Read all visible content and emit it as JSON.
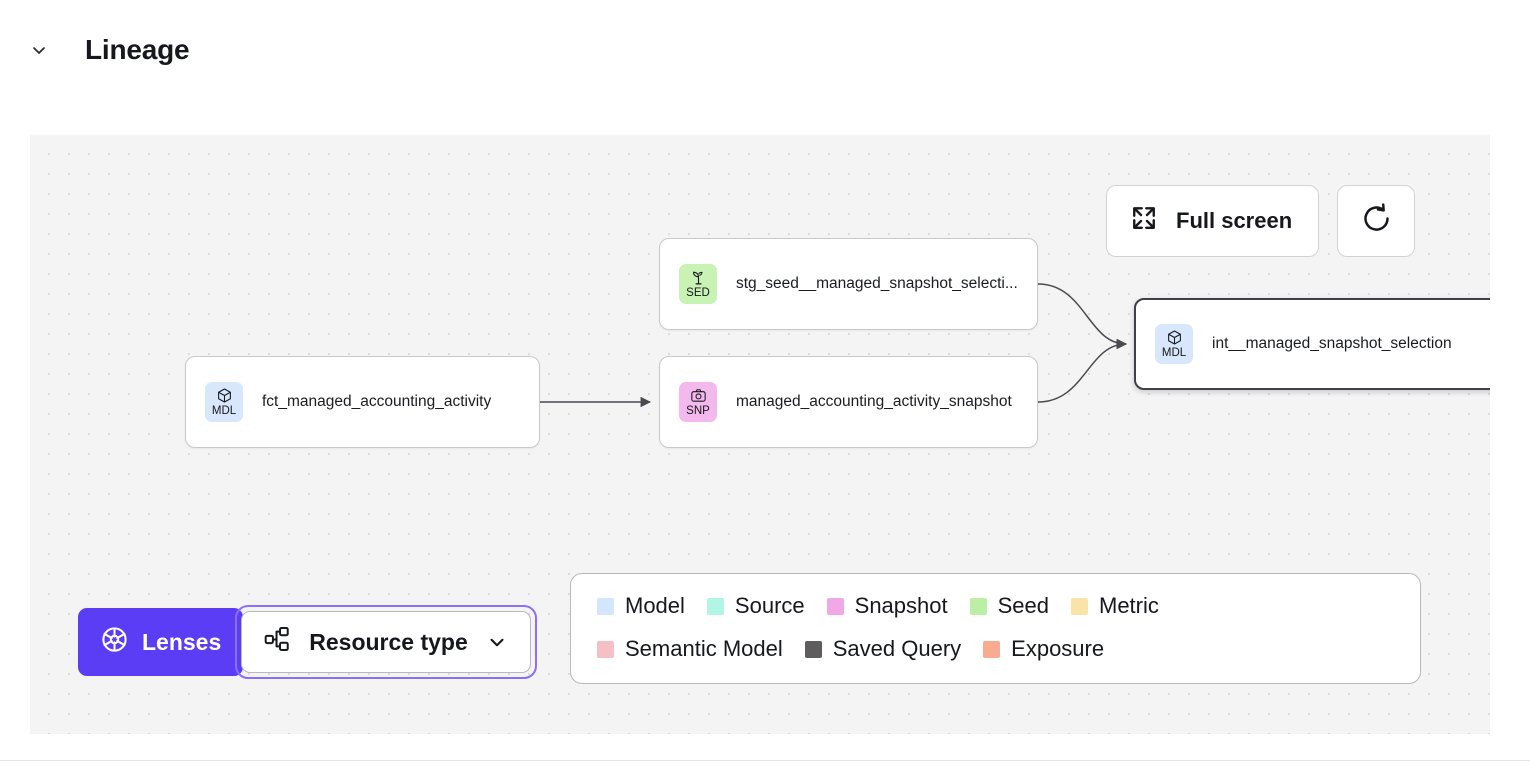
{
  "header": {
    "title": "Lineage",
    "collapse_icon": "chevron-down-icon"
  },
  "toolbar": {
    "fullscreen_label": "Full screen",
    "fullscreen_icon": "expand-arrows-icon",
    "refresh_icon": "refresh-icon"
  },
  "controls": {
    "lenses_label": "Lenses",
    "lenses_icon": "aperture-icon",
    "lenses_color": "#5b3df5",
    "resource_type_label": "Resource type",
    "resource_type_icon": "hierarchy-icon",
    "resource_type_chevron": "chevron-down-icon",
    "focus_ring_color": "#8b6ff7"
  },
  "graph": {
    "nodes": [
      {
        "id": "fct",
        "label": "fct_managed_accounting_activity",
        "type": "Model",
        "abbr": "MDL",
        "icon": "cube-icon",
        "badge_color": "#d8e7fb",
        "selected": false
      },
      {
        "id": "seed",
        "label": "stg_seed__managed_snapshot_selecti...",
        "type": "Seed",
        "abbr": "SED",
        "icon": "sprout-icon",
        "badge_color": "#c9f2b5",
        "selected": false
      },
      {
        "id": "snapshot",
        "label": "managed_accounting_activity_snapshot",
        "type": "Snapshot",
        "abbr": "SNP",
        "icon": "camera-icon",
        "badge_color": "#f3b8ec",
        "selected": false
      },
      {
        "id": "int",
        "label": "int__managed_snapshot_selection",
        "type": "Model",
        "abbr": "MDL",
        "icon": "cube-icon",
        "badge_color": "#d8e7fb",
        "selected": true
      }
    ],
    "edges": [
      {
        "from": "fct",
        "to": "snapshot",
        "style": "straight"
      },
      {
        "from": "seed",
        "to": "int",
        "style": "bezier"
      },
      {
        "from": "snapshot",
        "to": "int",
        "style": "bezier"
      }
    ],
    "edge_color": "#4a4a4f",
    "canvas_background": "#f4f4f5",
    "grid_dot_color": "#dcdcdf"
  },
  "legend": {
    "rows": [
      [
        {
          "label": "Model",
          "color": "#d3e6fb"
        },
        {
          "label": "Source",
          "color": "#b2f5e4"
        },
        {
          "label": "Snapshot",
          "color": "#f0a8e6"
        },
        {
          "label": "Seed",
          "color": "#bbf0a4"
        },
        {
          "label": "Metric",
          "color": "#fae3a8"
        }
      ],
      [
        {
          "label": "Semantic Model",
          "color": "#f5bfc6"
        },
        {
          "label": "Saved Query",
          "color": "#5e5c5c"
        },
        {
          "label": "Exposure",
          "color": "#f8ab8e"
        }
      ]
    ]
  }
}
